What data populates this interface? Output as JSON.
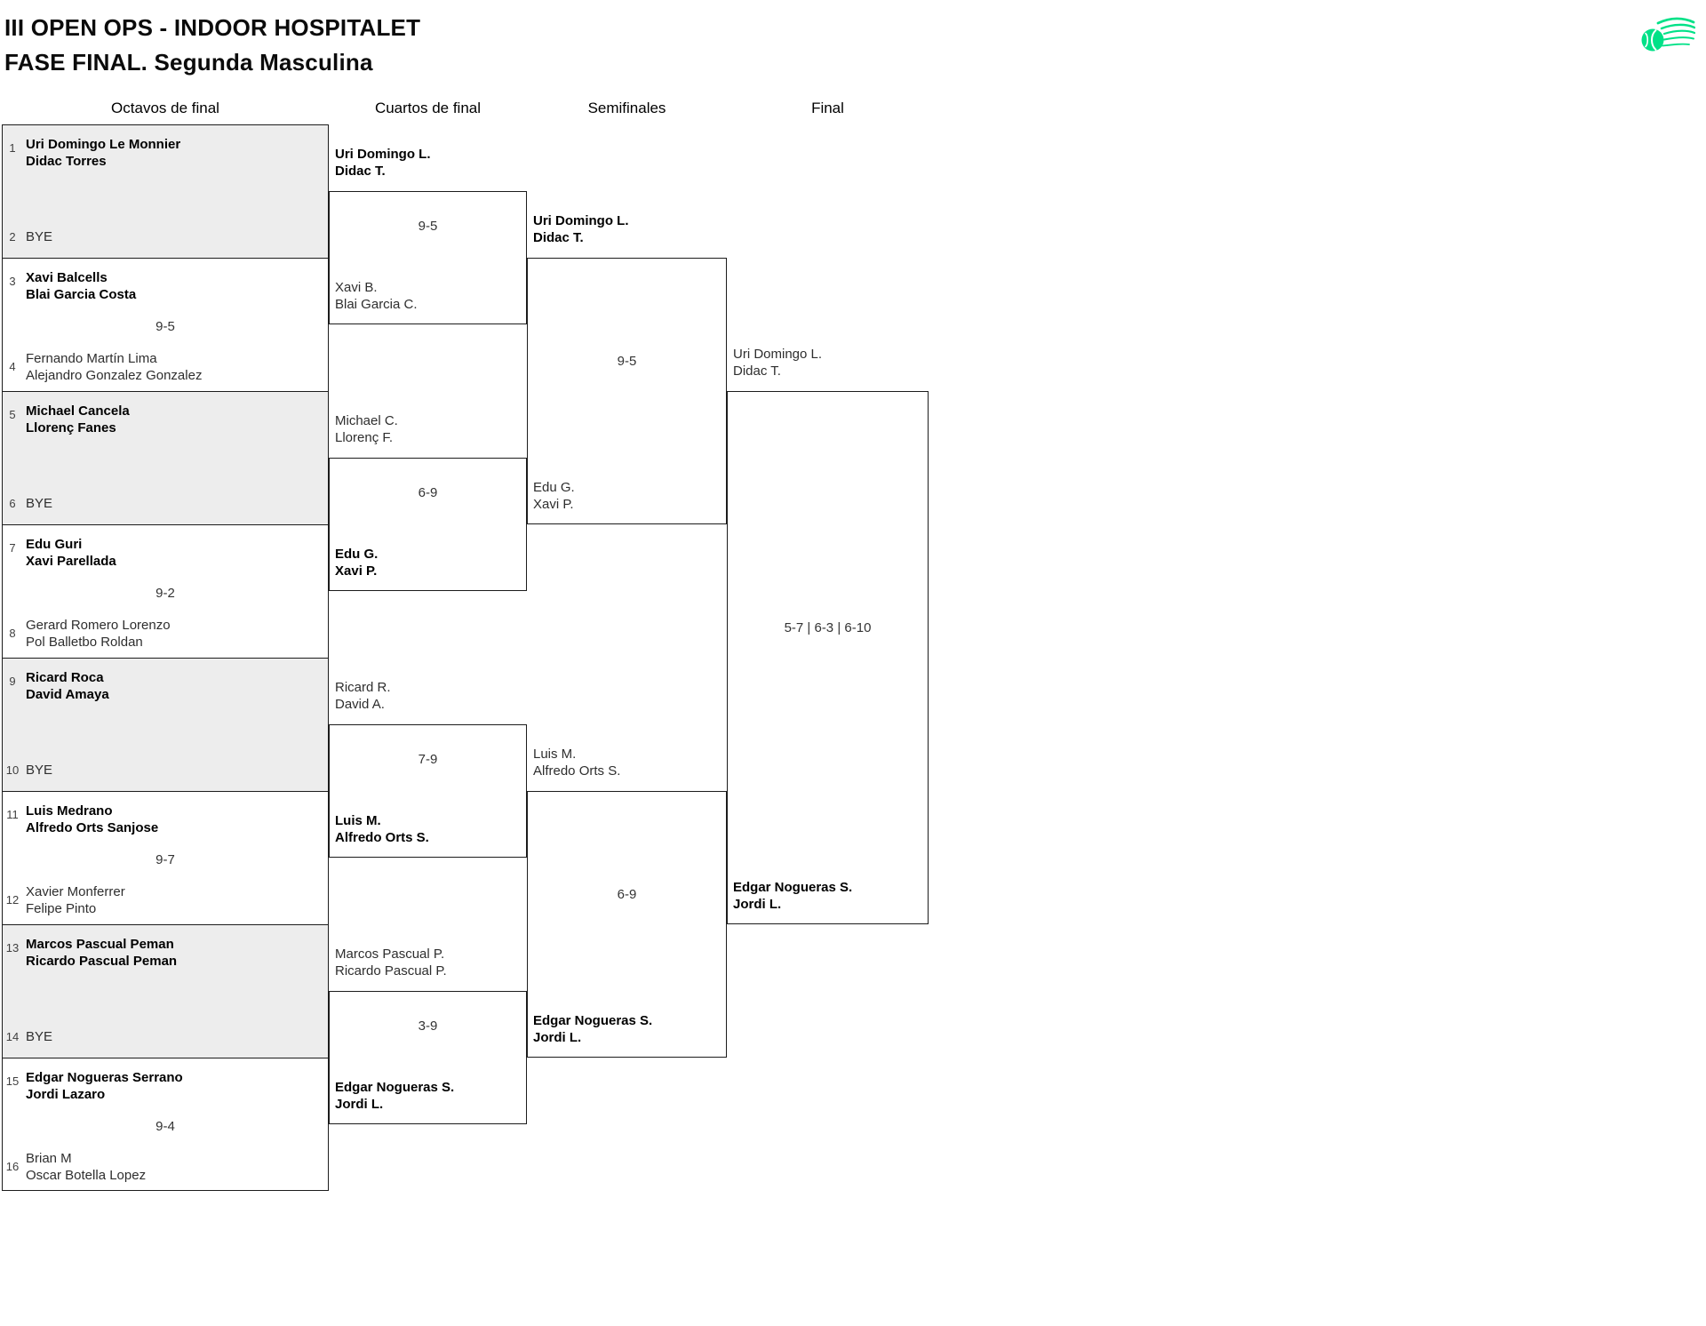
{
  "header": {
    "title_line1": "III OPEN OPS - INDOOR HOSPITALET",
    "title_line2": "FASE FINAL. Segunda Masculina",
    "logo": {
      "icon": "ball-swoosh-icon",
      "color": "#00E187"
    }
  },
  "rounds": {
    "r16_label": "Octavos de final",
    "qf_label": "Cuartos de final",
    "sf_label": "Semifinales",
    "final_label": "Final"
  },
  "bracket": {
    "r16": [
      {
        "seed_top": "1",
        "top_line1": "Uri Domingo Le Monnier",
        "top_line2": "Didac Torres",
        "seed_bottom": "2",
        "bottom_bye": "BYE",
        "winner": "top"
      },
      {
        "seed_top": "3",
        "top_line1": "Xavi Balcells",
        "top_line2": "Blai Garcia Costa",
        "seed_bottom": "4",
        "bottom_line1": "Fernando Martín Lima",
        "bottom_line2": "Alejandro Gonzalez Gonzalez",
        "score": "9-5",
        "winner": "top"
      },
      {
        "seed_top": "5",
        "top_line1": "Michael Cancela",
        "top_line2": "Llorenç Fanes",
        "seed_bottom": "6",
        "bottom_bye": "BYE",
        "winner": "top"
      },
      {
        "seed_top": "7",
        "top_line1": "Edu Guri",
        "top_line2": "Xavi Parellada",
        "seed_bottom": "8",
        "bottom_line1": "Gerard Romero Lorenzo",
        "bottom_line2": "Pol Balletbo Roldan",
        "score": "9-2",
        "winner": "top"
      },
      {
        "seed_top": "9",
        "top_line1": "Ricard Roca",
        "top_line2": "David Amaya",
        "seed_bottom": "10",
        "bottom_bye": "BYE",
        "winner": "top"
      },
      {
        "seed_top": "11",
        "top_line1": "Luis Medrano",
        "top_line2": "Alfredo Orts Sanjose",
        "seed_bottom": "12",
        "bottom_line1": "Xavier Monferrer",
        "bottom_line2": "Felipe Pinto",
        "score": "9-7",
        "winner": "top"
      },
      {
        "seed_top": "13",
        "top_line1": "Marcos Pascual Peman",
        "top_line2": "Ricardo Pascual Peman",
        "seed_bottom": "14",
        "bottom_bye": "BYE",
        "winner": "top"
      },
      {
        "seed_top": "15",
        "top_line1": "Edgar Nogueras Serrano",
        "top_line2": "Jordi Lazaro",
        "seed_bottom": "16",
        "bottom_line1": "Brian M",
        "bottom_line2": "Oscar Botella Lopez",
        "score": "9-4",
        "winner": "top"
      }
    ],
    "quarterfinals": [
      {
        "top_line1": "Uri Domingo L.",
        "top_line2": "Didac T.",
        "bottom_line1": "Xavi B.",
        "bottom_line2": "Blai Garcia C.",
        "score": "9-5",
        "winner": "top"
      },
      {
        "top_line1": "Michael C.",
        "top_line2": "Llorenç F.",
        "bottom_line1": "Edu G.",
        "bottom_line2": "Xavi P.",
        "score": "6-9",
        "winner": "bottom"
      },
      {
        "top_line1": "Ricard R.",
        "top_line2": "David A.",
        "bottom_line1": "Luis M.",
        "bottom_line2": "Alfredo Orts S.",
        "score": "7-9",
        "winner": "bottom"
      },
      {
        "top_line1": "Marcos Pascual P.",
        "top_line2": "Ricardo Pascual P.",
        "bottom_line1": "Edgar Nogueras S.",
        "bottom_line2": "Jordi L.",
        "score": "3-9",
        "winner": "bottom"
      }
    ],
    "semifinals": [
      {
        "top_line1": "Uri Domingo L.",
        "top_line2": "Didac T.",
        "bottom_line1": "Edu G.",
        "bottom_line2": "Xavi P.",
        "score": "9-5",
        "winner": "top"
      },
      {
        "top_line1": "Luis M.",
        "top_line2": "Alfredo Orts S.",
        "bottom_line1": "Edgar Nogueras S.",
        "bottom_line2": "Jordi L.",
        "score": "6-9",
        "winner": "bottom"
      }
    ],
    "final": {
      "top_line1": "Uri Domingo L.",
      "top_line2": "Didac T.",
      "bottom_line1": "Edgar Nogueras S.",
      "bottom_line2": "Jordi L.",
      "score": "5-7 | 6-3 | 6-10",
      "winner": "bottom"
    }
  },
  "colors": {
    "accent_green": "#00E187",
    "bye_cell_bg": "#EDEDED",
    "line": "#1C1C1C"
  }
}
